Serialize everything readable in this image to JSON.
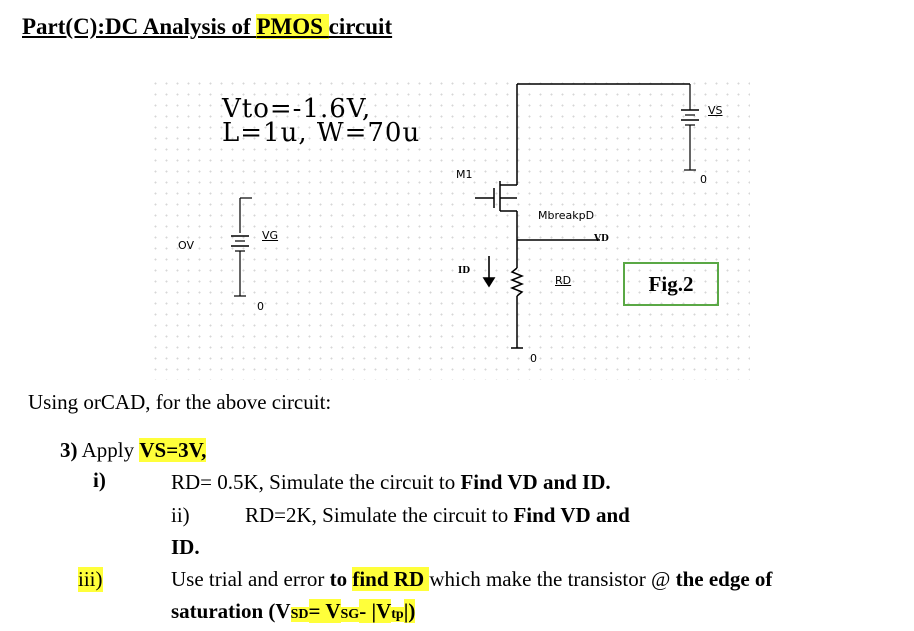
{
  "title": {
    "prefix": "Part(C):DC Analysis of ",
    "highlight": "PMOS ",
    "suffix": "circuit"
  },
  "schematic": {
    "params_line1": "Vto=-1.6V,",
    "params_line2": "L=1u, W=70u",
    "labels": {
      "m1": "M1",
      "model": "MbreakpD",
      "vd": "VD",
      "vs": "VS",
      "vg": "VG",
      "ov": "OV",
      "id": "ID",
      "rd": "RD",
      "gnd": "0"
    },
    "figure_label": "Fig.2"
  },
  "intro": "Using orCAD, for the above circuit:",
  "item3": {
    "number": "3)",
    "text": "Apply ",
    "highlight": "VS=3V,"
  },
  "item_i": {
    "label": "i)",
    "text": "RD= 0.5K, Simulate the circuit to ",
    "bold": "Find VD and ID."
  },
  "item_ii": {
    "label": "ii)",
    "text": "RD=2K, Simulate the circuit to ",
    "bold": "Find VD and",
    "cont": "ID."
  },
  "item_iii": {
    "label": "iii)",
    "text1": "Use trial and error ",
    "bold1": "to ",
    "hl1": "find RD ",
    "text2": "which make the transistor @ ",
    "bold2": "the edge of",
    "line2_prefix": "saturation (V",
    "sub_sd": "SD",
    "eq": "= V",
    "sub_sg": "SG",
    "minus": "- ",
    "bar": "|",
    "vt": "V",
    "sub_tp": "tp",
    "close": ")"
  },
  "colors": {
    "highlight": "#ffff3a",
    "figure_border": "#5aa845"
  }
}
